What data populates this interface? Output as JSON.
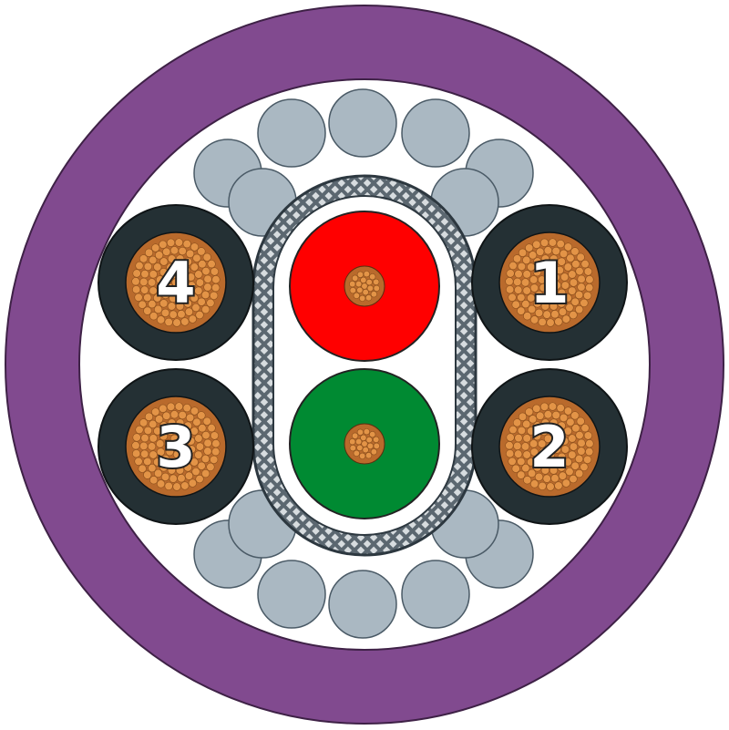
{
  "diagram": {
    "colors": {
      "outer_jacket": "#814a8f",
      "inner_sheath": "#ffffff",
      "filler_fill": "#aab8c2",
      "filler_stroke": "#4a5a66",
      "power_insulation": "#243034",
      "copper": "#e39447",
      "copper_highlight": "#f6c08d",
      "shield_braid": "#5b6770",
      "data_core_red": "#ff0000",
      "data_core_green": "#008a32",
      "outline": "#222222"
    },
    "power_cores": [
      {
        "label": "1",
        "position": "right-top"
      },
      {
        "label": "2",
        "position": "right-bottom"
      },
      {
        "label": "3",
        "position": "left-bottom"
      },
      {
        "label": "4",
        "position": "left-top"
      }
    ],
    "data_cores": [
      {
        "color": "red",
        "position": "top"
      },
      {
        "color": "green",
        "position": "bottom"
      }
    ],
    "filler_count": 14,
    "shield": "braided"
  }
}
